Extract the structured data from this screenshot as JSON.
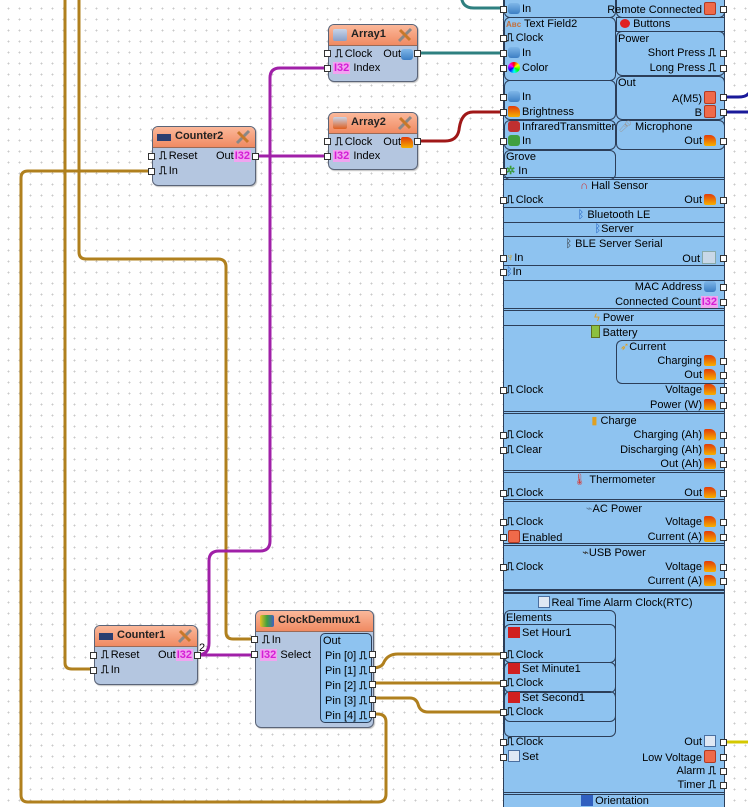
{
  "canvas": {
    "background": "#ffffff",
    "grid": "dotted"
  },
  "wire_colors": {
    "clock": "#b0801e",
    "integer": "#a020a8",
    "text": "#2f8080",
    "analog": "#a01818",
    "digital": "#1a1a9a",
    "date": "#c8c000"
  },
  "components": {
    "array1": {
      "title": "Array1",
      "pins": {
        "clock": "Clock",
        "out": "Out",
        "index": "Index",
        "index_type": "I32"
      }
    },
    "array2": {
      "title": "Array2",
      "pins": {
        "clock": "Clock",
        "out": "Out",
        "index": "Index",
        "index_type": "I32"
      }
    },
    "counter2": {
      "title": "Counter2",
      "pins": {
        "reset": "Reset",
        "in": "In",
        "out": "Out",
        "out_type": "I32"
      }
    },
    "counter1": {
      "title": "Counter1",
      "pins": {
        "reset": "Reset",
        "in": "In",
        "out": "Out",
        "out_type": "I32"
      },
      "wire_label": "2"
    },
    "clockdemux1": {
      "title": "ClockDemmux1",
      "pins": {
        "in": "In",
        "select": "Select",
        "select_type": "I32",
        "out_group": "Out",
        "outputs": [
          "Pin [0]",
          "Pin [1]",
          "Pin [2]",
          "Pin [3]",
          "Pin [4]"
        ]
      }
    }
  },
  "board": {
    "top_left": {
      "in": "In"
    },
    "remote_connected": "Remote Connected",
    "text_field2": {
      "title": "Text Field2",
      "clock": "Clock",
      "in": "In",
      "color": "Color"
    },
    "buttons": {
      "title": "Buttons",
      "power": "Power",
      "short_press": "Short Press",
      "long_press": "Long Press"
    },
    "led": {
      "in": "In",
      "brightness": "Brightness"
    },
    "out": {
      "title": "Out",
      "a": "A(M5)",
      "b": "B"
    },
    "infrared": {
      "title": "InfraredTransmitter",
      "in": "In"
    },
    "microphone": {
      "title": "Microphone",
      "out": "Out"
    },
    "grove": {
      "title": "Grove",
      "in": "In"
    },
    "hall_sensor": {
      "title": "Hall Sensor",
      "clock": "Clock",
      "out": "Out"
    },
    "bluetooth": {
      "title": "Bluetooth LE",
      "server": "Server",
      "ble_serial": "BLE Server Serial",
      "in1": "In",
      "out": "Out",
      "in2": "In",
      "mac": "MAC Address",
      "connected_count": "Connected Count",
      "count_type": "I32"
    },
    "power": {
      "title": "Power",
      "battery": "Battery",
      "current": "Current",
      "charging": "Charging",
      "current_out": "Out",
      "clock": "Clock",
      "voltage": "Voltage",
      "power_w": "Power (W)"
    },
    "charge": {
      "title": "Charge",
      "clock": "Clock",
      "clear": "Clear",
      "charging_ah": "Charging (Ah)",
      "discharging_ah": "Discharging (Ah)",
      "out_ah": "Out (Ah)"
    },
    "thermometer": {
      "title": "Thermometer",
      "clock": "Clock",
      "out": "Out"
    },
    "ac_power": {
      "title": "AC Power",
      "clock": "Clock",
      "enabled": "Enabled",
      "voltage": "Voltage",
      "current": "Current (A)"
    },
    "usb_power": {
      "title": "USB Power",
      "clock": "Clock",
      "voltage": "Voltage",
      "current": "Current (A)"
    },
    "rtc": {
      "title": "Real Time Alarm Clock(RTC)",
      "elements": "Elements",
      "set_hour": "Set Hour1",
      "set_minute": "Set Minute1",
      "set_second": "Set Second1",
      "el_clock": "Clock",
      "clock": "Clock",
      "set": "Set",
      "out": "Out",
      "low_voltage": "Low Voltage",
      "alarm": "Alarm",
      "timer": "Timer"
    },
    "orientation": {
      "title": "Orientation"
    }
  }
}
